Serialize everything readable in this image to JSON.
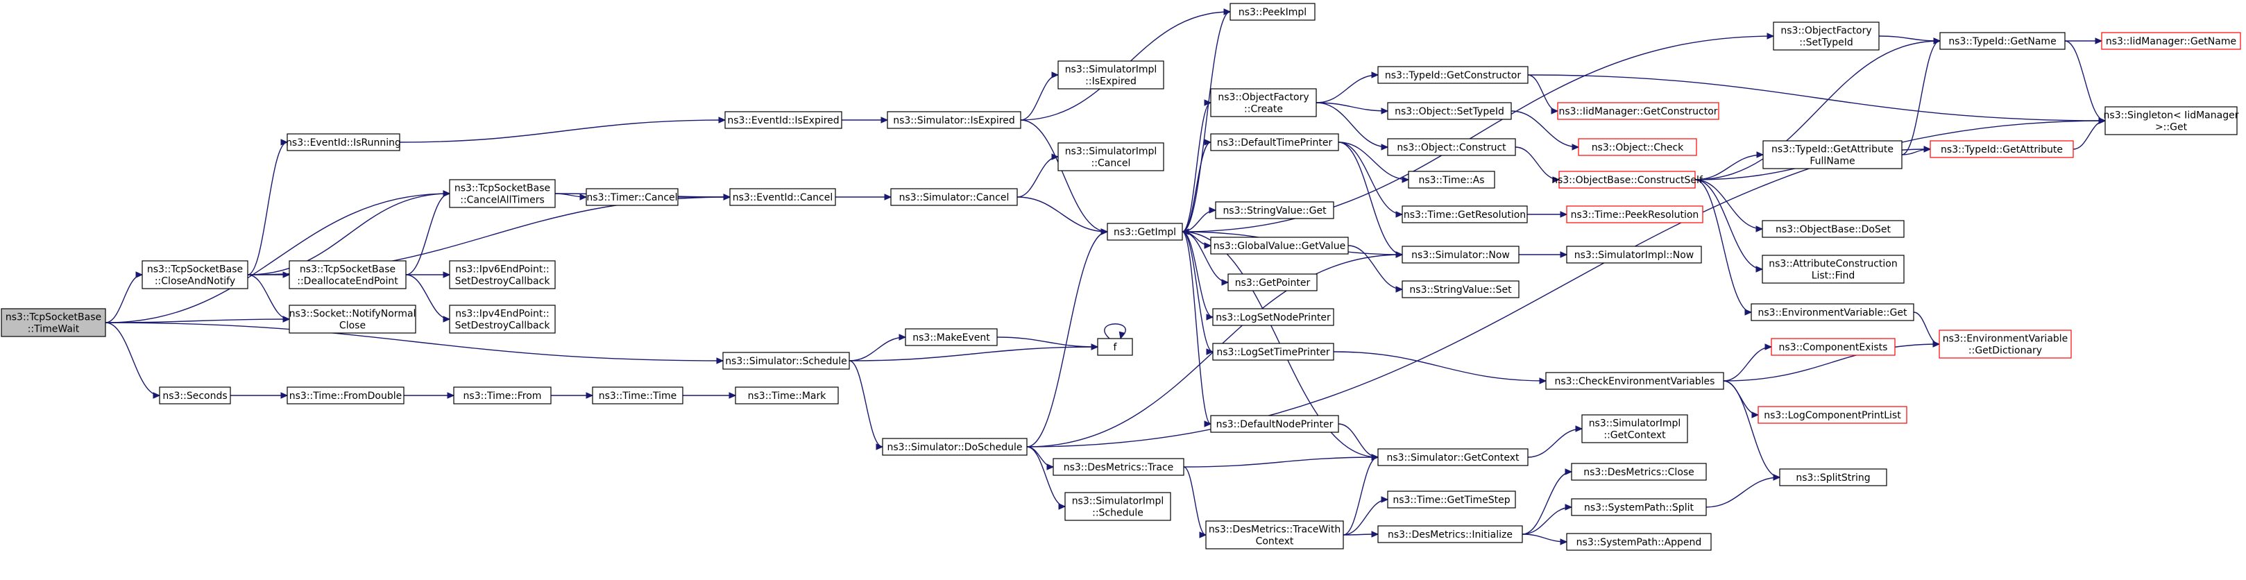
{
  "graph": {
    "colors": {
      "edge": "#191970",
      "node_border": "#000000",
      "external_border": "#ff0000",
      "root_fill": "#bfbfbf",
      "background": "#ffffff"
    },
    "nodes": [
      {
        "id": "timewait",
        "lines": [
          "ns3::TcpSocketBase",
          "::TimeWait"
        ],
        "style": "root"
      },
      {
        "id": "closeandnotify",
        "lines": [
          "ns3::TcpSocketBase",
          "::CloseAndNotify"
        ]
      },
      {
        "id": "seconds",
        "lines": [
          "ns3::Seconds"
        ]
      },
      {
        "id": "eventid_isrunning",
        "lines": [
          "ns3::EventId::IsRunning"
        ]
      },
      {
        "id": "cancelalltimers",
        "lines": [
          "ns3::TcpSocketBase",
          "::CancelAllTimers"
        ]
      },
      {
        "id": "deallocateendpoint",
        "lines": [
          "ns3::TcpSocketBase",
          "::DeallocateEndPoint"
        ]
      },
      {
        "id": "notifynormalclose",
        "lines": [
          "ns3::Socket::NotifyNormal",
          "Close"
        ]
      },
      {
        "id": "timer_cancel",
        "lines": [
          "ns3::Timer::Cancel"
        ]
      },
      {
        "id": "eventid_cancel",
        "lines": [
          "ns3::EventId::Cancel"
        ]
      },
      {
        "id": "eventid_isexpired",
        "lines": [
          "ns3::EventId::IsExpired"
        ]
      },
      {
        "id": "ipv6_setdestroy",
        "lines": [
          "ns3::Ipv6EndPoint::",
          "SetDestroyCallback"
        ]
      },
      {
        "id": "ipv4_setdestroy",
        "lines": [
          "ns3::Ipv4EndPoint::",
          "SetDestroyCallback"
        ]
      },
      {
        "id": "sim_schedule",
        "lines": [
          "ns3::Simulator::Schedule"
        ]
      },
      {
        "id": "time_fromdouble",
        "lines": [
          "ns3::Time::FromDouble"
        ]
      },
      {
        "id": "time_from",
        "lines": [
          "ns3::Time::From"
        ]
      },
      {
        "id": "time_time",
        "lines": [
          "ns3::Time::Time"
        ]
      },
      {
        "id": "time_mark",
        "lines": [
          "ns3::Time::Mark"
        ]
      },
      {
        "id": "sim_isexpired",
        "lines": [
          "ns3::Simulator::IsExpired"
        ]
      },
      {
        "id": "sim_cancel",
        "lines": [
          "ns3::Simulator::Cancel"
        ]
      },
      {
        "id": "simimpl_isexpired",
        "lines": [
          "ns3::SimulatorImpl",
          "::IsExpired"
        ]
      },
      {
        "id": "simimpl_cancel",
        "lines": [
          "ns3::SimulatorImpl",
          "::Cancel"
        ]
      },
      {
        "id": "makeevent",
        "lines": [
          "ns3::MakeEvent"
        ]
      },
      {
        "id": "f",
        "lines": [
          "f"
        ]
      },
      {
        "id": "sim_doschedule",
        "lines": [
          "ns3::Simulator::DoSchedule"
        ]
      },
      {
        "id": "desmetrics_trace",
        "lines": [
          "ns3::DesMetrics::Trace"
        ]
      },
      {
        "id": "simimpl_schedule",
        "lines": [
          "ns3::SimulatorImpl",
          "::Schedule"
        ]
      },
      {
        "id": "peekimpl",
        "lines": [
          "ns3::PeekImpl"
        ]
      },
      {
        "id": "getimpl",
        "lines": [
          "ns3::GetImpl"
        ]
      },
      {
        "id": "objfactory_create",
        "lines": [
          "ns3::ObjectFactory",
          "::Create"
        ]
      },
      {
        "id": "defaulttimeprinter",
        "lines": [
          "ns3::DefaultTimePrinter"
        ]
      },
      {
        "id": "stringvalue_get",
        "lines": [
          "ns3::StringValue::Get"
        ]
      },
      {
        "id": "globalvalue_getvalue",
        "lines": [
          "ns3::GlobalValue::GetValue"
        ]
      },
      {
        "id": "getpointer",
        "lines": [
          "ns3::GetPointer"
        ]
      },
      {
        "id": "logsetnodeprinter",
        "lines": [
          "ns3::LogSetNodePrinter"
        ]
      },
      {
        "id": "logsettimeprinter",
        "lines": [
          "ns3::LogSetTimePrinter"
        ]
      },
      {
        "id": "defaultnodeprinter",
        "lines": [
          "ns3::DefaultNodePrinter"
        ]
      },
      {
        "id": "desmetrics_tracewithcontext",
        "lines": [
          "ns3::DesMetrics::TraceWith",
          "Context"
        ]
      },
      {
        "id": "typeid_getconstructor",
        "lines": [
          "ns3::TypeId::GetConstructor"
        ]
      },
      {
        "id": "object_settypeid",
        "lines": [
          "ns3::Object::SetTypeId"
        ]
      },
      {
        "id": "object_construct",
        "lines": [
          "ns3::Object::Construct"
        ]
      },
      {
        "id": "time_as",
        "lines": [
          "ns3::Time::As"
        ]
      },
      {
        "id": "time_getresolution",
        "lines": [
          "ns3::Time::GetResolution"
        ]
      },
      {
        "id": "sim_now",
        "lines": [
          "ns3::Simulator::Now"
        ]
      },
      {
        "id": "stringvalue_set",
        "lines": [
          "ns3::StringValue::Set"
        ]
      },
      {
        "id": "sim_getcontext",
        "lines": [
          "ns3::Simulator::GetContext"
        ]
      },
      {
        "id": "time_gettimestep",
        "lines": [
          "ns3::Time::GetTimeStep"
        ]
      },
      {
        "id": "desmetrics_initialize",
        "lines": [
          "ns3::DesMetrics::Initialize"
        ]
      },
      {
        "id": "iidmanager_getconstructor",
        "lines": [
          "ns3::IidManager::GetConstructor"
        ],
        "style": "external"
      },
      {
        "id": "object_check",
        "lines": [
          "ns3::Object::Check"
        ],
        "style": "external"
      },
      {
        "id": "objectbase_constructself",
        "lines": [
          "ns3::ObjectBase::ConstructSelf"
        ],
        "style": "external"
      },
      {
        "id": "time_peekresolution",
        "lines": [
          "ns3::Time::PeekResolution"
        ],
        "style": "external"
      },
      {
        "id": "simimpl_now",
        "lines": [
          "ns3::SimulatorImpl::Now"
        ]
      },
      {
        "id": "checkenvvars",
        "lines": [
          "ns3::CheckEnvironmentVariables"
        ]
      },
      {
        "id": "simimpl_getcontext",
        "lines": [
          "ns3::SimulatorImpl",
          "::GetContext"
        ]
      },
      {
        "id": "desmetrics_close",
        "lines": [
          "ns3::DesMetrics::Close"
        ]
      },
      {
        "id": "systempath_split",
        "lines": [
          "ns3::SystemPath::Split"
        ]
      },
      {
        "id": "systempath_append",
        "lines": [
          "ns3::SystemPath::Append"
        ]
      },
      {
        "id": "objfactory_settypeid",
        "lines": [
          "ns3::ObjectFactory",
          "::SetTypeId"
        ]
      },
      {
        "id": "typeid_getattributefullname",
        "lines": [
          "ns3::TypeId::GetAttribute",
          "FullName"
        ]
      },
      {
        "id": "objectbase_doset",
        "lines": [
          "ns3::ObjectBase::DoSet"
        ]
      },
      {
        "id": "attrconstruction_find",
        "lines": [
          "ns3::AttributeConstruction",
          "List::Find"
        ]
      },
      {
        "id": "envvar_get",
        "lines": [
          "ns3::EnvironmentVariable::Get"
        ]
      },
      {
        "id": "componentexists",
        "lines": [
          "ns3::ComponentExists"
        ],
        "style": "external"
      },
      {
        "id": "logcomponentprintlist",
        "lines": [
          "ns3::LogComponentPrintList"
        ],
        "style": "external"
      },
      {
        "id": "splitstring",
        "lines": [
          "ns3::SplitString"
        ]
      },
      {
        "id": "typeid_getname",
        "lines": [
          "ns3::TypeId::GetName"
        ]
      },
      {
        "id": "typeid_getattribute",
        "lines": [
          "ns3::TypeId::GetAttribute"
        ],
        "style": "external"
      },
      {
        "id": "envvar_getdictionary",
        "lines": [
          "ns3::EnvironmentVariable",
          "::GetDictionary"
        ],
        "style": "external"
      },
      {
        "id": "iidmanager_getname",
        "lines": [
          "ns3::IidManager::GetName"
        ],
        "style": "external"
      },
      {
        "id": "singleton_get",
        "lines": [
          "ns3::Singleton< IidManager",
          ">::Get"
        ]
      }
    ],
    "edges": [
      [
        "timewait",
        "closeandnotify"
      ],
      [
        "timewait",
        "cancelalltimers"
      ],
      [
        "timewait",
        "notifynormalclose"
      ],
      [
        "timewait",
        "seconds"
      ],
      [
        "timewait",
        "sim_schedule"
      ],
      [
        "closeandnotify",
        "eventid_isrunning"
      ],
      [
        "closeandnotify",
        "cancelalltimers"
      ],
      [
        "closeandnotify",
        "deallocateendpoint"
      ],
      [
        "closeandnotify",
        "notifynormalclose"
      ],
      [
        "closeandnotify",
        "eventid_cancel"
      ],
      [
        "eventid_isrunning",
        "eventid_isexpired"
      ],
      [
        "cancelalltimers",
        "timer_cancel"
      ],
      [
        "cancelalltimers",
        "eventid_cancel"
      ],
      [
        "timer_cancel",
        "eventid_cancel"
      ],
      [
        "deallocateendpoint",
        "cancelalltimers"
      ],
      [
        "deallocateendpoint",
        "ipv6_setdestroy"
      ],
      [
        "deallocateendpoint",
        "ipv4_setdestroy"
      ],
      [
        "eventid_isexpired",
        "sim_isexpired"
      ],
      [
        "eventid_cancel",
        "sim_cancel"
      ],
      [
        "sim_isexpired",
        "simimpl_isexpired"
      ],
      [
        "sim_isexpired",
        "getimpl"
      ],
      [
        "sim_isexpired",
        "peekimpl"
      ],
      [
        "sim_cancel",
        "simimpl_cancel"
      ],
      [
        "sim_cancel",
        "getimpl"
      ],
      [
        "seconds",
        "time_fromdouble"
      ],
      [
        "time_fromdouble",
        "time_from"
      ],
      [
        "time_from",
        "time_time"
      ],
      [
        "time_time",
        "time_mark"
      ],
      [
        "sim_schedule",
        "makeevent"
      ],
      [
        "sim_schedule",
        "f"
      ],
      [
        "sim_schedule",
        "sim_doschedule"
      ],
      [
        "makeevent",
        "f"
      ],
      [
        "f",
        "f"
      ],
      [
        "sim_doschedule",
        "getimpl"
      ],
      [
        "sim_doschedule",
        "desmetrics_trace"
      ],
      [
        "sim_doschedule",
        "simimpl_schedule"
      ],
      [
        "sim_doschedule",
        "sim_now"
      ],
      [
        "sim_doschedule",
        "singleton_get"
      ],
      [
        "desmetrics_trace",
        "desmetrics_tracewithcontext"
      ],
      [
        "desmetrics_trace",
        "sim_getcontext"
      ],
      [
        "getimpl",
        "peekimpl"
      ],
      [
        "getimpl",
        "objfactory_settypeid"
      ],
      [
        "getimpl",
        "objfactory_create"
      ],
      [
        "getimpl",
        "defaulttimeprinter"
      ],
      [
        "getimpl",
        "stringvalue_get"
      ],
      [
        "getimpl",
        "globalvalue_getvalue"
      ],
      [
        "getimpl",
        "getpointer"
      ],
      [
        "getimpl",
        "logsetnodeprinter"
      ],
      [
        "getimpl",
        "logsettimeprinter"
      ],
      [
        "getimpl",
        "defaultnodeprinter"
      ],
      [
        "getimpl",
        "sim_now"
      ],
      [
        "getimpl",
        "sim_getcontext"
      ],
      [
        "defaulttimeprinter",
        "getimpl"
      ],
      [
        "objfactory_create",
        "typeid_getconstructor"
      ],
      [
        "objfactory_create",
        "object_settypeid"
      ],
      [
        "objfactory_create",
        "object_construct"
      ],
      [
        "defaulttimeprinter",
        "time_as"
      ],
      [
        "defaulttimeprinter",
        "time_getresolution"
      ],
      [
        "defaulttimeprinter",
        "sim_now"
      ],
      [
        "globalvalue_getvalue",
        "stringvalue_set"
      ],
      [
        "logsettimeprinter",
        "checkenvvars"
      ],
      [
        "defaultnodeprinter",
        "sim_getcontext"
      ],
      [
        "desmetrics_tracewithcontext",
        "sim_getcontext"
      ],
      [
        "desmetrics_tracewithcontext",
        "time_gettimestep"
      ],
      [
        "desmetrics_tracewithcontext",
        "desmetrics_initialize"
      ],
      [
        "typeid_getconstructor",
        "iidmanager_getconstructor"
      ],
      [
        "typeid_getconstructor",
        "singleton_get"
      ],
      [
        "object_settypeid",
        "object_check"
      ],
      [
        "object_construct",
        "objectbase_constructself"
      ],
      [
        "time_getresolution",
        "time_peekresolution"
      ],
      [
        "sim_now",
        "simimpl_now"
      ],
      [
        "sim_getcontext",
        "simimpl_getcontext"
      ],
      [
        "desmetrics_initialize",
        "desmetrics_close"
      ],
      [
        "desmetrics_initialize",
        "systempath_split"
      ],
      [
        "desmetrics_initialize",
        "systempath_append"
      ],
      [
        "objectbase_constructself",
        "typeid_getname"
      ],
      [
        "objectbase_constructself",
        "typeid_getattributefullname"
      ],
      [
        "objectbase_constructself",
        "typeid_getattribute"
      ],
      [
        "objectbase_constructself",
        "objectbase_doset"
      ],
      [
        "objectbase_constructself",
        "attrconstruction_find"
      ],
      [
        "objectbase_constructself",
        "envvar_get"
      ],
      [
        "checkenvvars",
        "componentexists"
      ],
      [
        "checkenvvars",
        "logcomponentprintlist"
      ],
      [
        "checkenvvars",
        "splitstring"
      ],
      [
        "checkenvvars",
        "envvar_getdictionary"
      ],
      [
        "systempath_split",
        "splitstring"
      ],
      [
        "envvar_get",
        "envvar_getdictionary"
      ],
      [
        "objfactory_settypeid",
        "typeid_getname"
      ],
      [
        "typeid_getattributefullname",
        "typeid_getname"
      ],
      [
        "typeid_getattributefullname",
        "typeid_getattribute"
      ],
      [
        "typeid_getname",
        "iidmanager_getname"
      ],
      [
        "typeid_getname",
        "singleton_get"
      ],
      [
        "typeid_getattribute",
        "singleton_get"
      ]
    ]
  }
}
